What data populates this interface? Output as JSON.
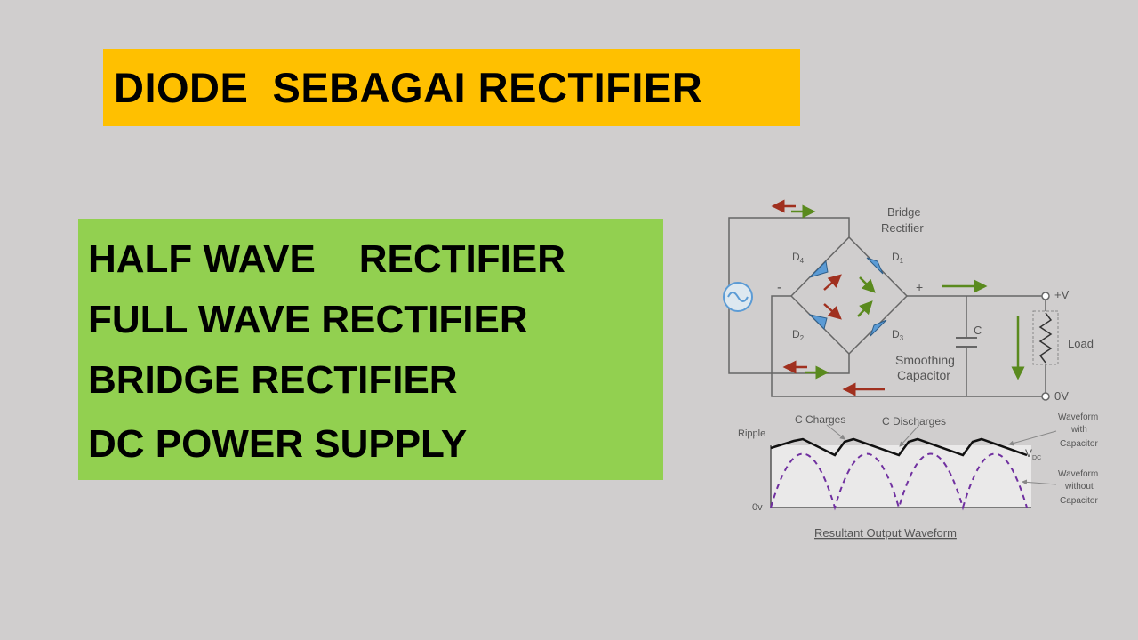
{
  "slide": {
    "title": "DIODE  SEBAGAI RECTIFIER",
    "items": [
      "HALF WAVE    RECTIFIER",
      "FULL WAVE RECTIFIER",
      "BRIDGE RECTIFIER",
      "DC POWER SUPPLY"
    ]
  },
  "diagram": {
    "bridge_label_1": "Bridge",
    "bridge_label_2": "Rectifier",
    "d1": "D",
    "d1_sub": "1",
    "d2": "D",
    "d2_sub": "2",
    "d3": "D",
    "d3_sub": "3",
    "d4": "D",
    "d4_sub": "4",
    "minus": "-",
    "plus": "+",
    "cap_letter": "C",
    "smoothing_1": "Smoothing",
    "smoothing_2": "Capacitor",
    "pos_v": "+V",
    "zero_v": "0V",
    "load": "Load",
    "c_charges": "C Charges",
    "c_discharges": "C Discharges",
    "ripple": "Ripple",
    "vdc": "V",
    "vdc_sub": "DC",
    "zero_v_lower": "0v",
    "wf_with_1": "Waveform",
    "wf_with_2": "with",
    "wf_with_3": "Capacitor",
    "wf_without_1": "Waveform",
    "wf_without_2": "without",
    "wf_without_3": "Capacitor",
    "caption": "Resultant Output Waveform"
  },
  "colors": {
    "title_bg": "#ffc000",
    "list_bg": "#92d050",
    "background": "#d0cece",
    "wire": "#666666",
    "diode": "#5b9bd5",
    "arrow_red": "#a0301f",
    "arrow_green": "#5a8a1e",
    "dashed_wave": "#7030a0"
  }
}
